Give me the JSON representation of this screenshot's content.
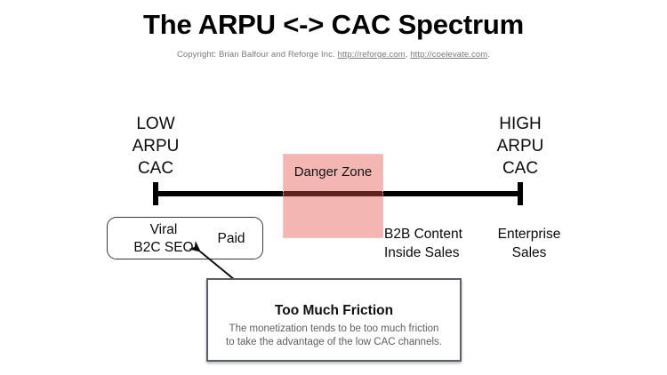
{
  "slide": {
    "title": "The ARPU <-> CAC Spectrum",
    "copyright": {
      "prefix": "Copyright:  Brian Balfour and Reforge Inc. ",
      "link1": "http://reforge.com",
      "separator": ", ",
      "link2": "http://coelevate.com",
      "suffix": "."
    }
  },
  "spectrum": {
    "left_end": {
      "line1": "LOW",
      "line2": "ARPU",
      "line3": "CAC"
    },
    "right_end": {
      "line1": "HIGH",
      "line2": "ARPU",
      "line3": "CAC"
    },
    "danger_zone": {
      "label": "Danger Zone",
      "fill_color": "#eaa3a0",
      "border_color": "#f3cfcd"
    },
    "axis_color": "#000000"
  },
  "channels": {
    "low_cac_group": {
      "left_line1": "Viral",
      "left_line2": "B2C SEO",
      "right_label": "Paid"
    },
    "mid_group": {
      "line1": "B2B Content",
      "line2": "Inside Sales"
    },
    "high_group": {
      "line1": "Enterprise",
      "line2": "Sales"
    }
  },
  "callout": {
    "title": "Too Much Friction",
    "body_line1": "The monetization tends to be too much friction",
    "body_line2": "to take the advantage of the low CAC channels.",
    "border_color": "#5b5f68"
  }
}
